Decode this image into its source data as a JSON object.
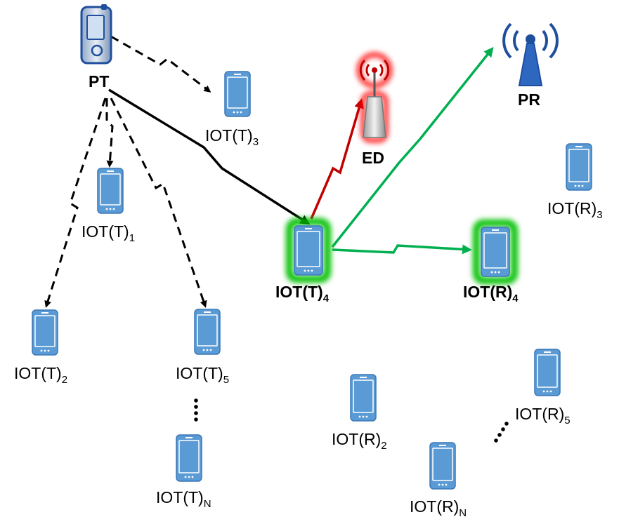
{
  "colors": {
    "device": "#5b9bd5",
    "device_edge": "#3a78b7",
    "screen": "#9fc5ea",
    "direct_link": "#000000",
    "dashed_link": "#000000",
    "eavesdrop_link": "#c00000",
    "secure_link": "#00b050",
    "glow_green": "#00c000",
    "glow_red": "#ff0000",
    "tower": "#1f4e9c"
  },
  "nodes": {
    "pt": {
      "label": "PT",
      "icon": "handheld-transmitter-icon"
    },
    "pr": {
      "label": "PR",
      "icon": "antenna-tower-icon"
    },
    "ed": {
      "label": "ED",
      "icon": "eavesdropper-antenna-icon"
    },
    "iot_t1": {
      "base": "IOT(T)",
      "sub": "1"
    },
    "iot_t2": {
      "base": "IOT(T)",
      "sub": "2"
    },
    "iot_t3": {
      "base": "IOT(T)",
      "sub": "3"
    },
    "iot_t4": {
      "base": "IOT(T)",
      "sub": "4"
    },
    "iot_t5": {
      "base": "IOT(T)",
      "sub": "5"
    },
    "iot_tn": {
      "base": "IOT(T)",
      "sub": "N"
    },
    "iot_r2": {
      "base": "IOT(R)",
      "sub": "2"
    },
    "iot_r3": {
      "base": "IOT(R)",
      "sub": "3"
    },
    "iot_r4": {
      "base": "IOT(R)",
      "sub": "4"
    },
    "iot_r5": {
      "base": "IOT(R)",
      "sub": "5"
    },
    "iot_rn": {
      "base": "IOT(R)",
      "sub": "N"
    }
  },
  "phone_icon": "smartphone-icon"
}
